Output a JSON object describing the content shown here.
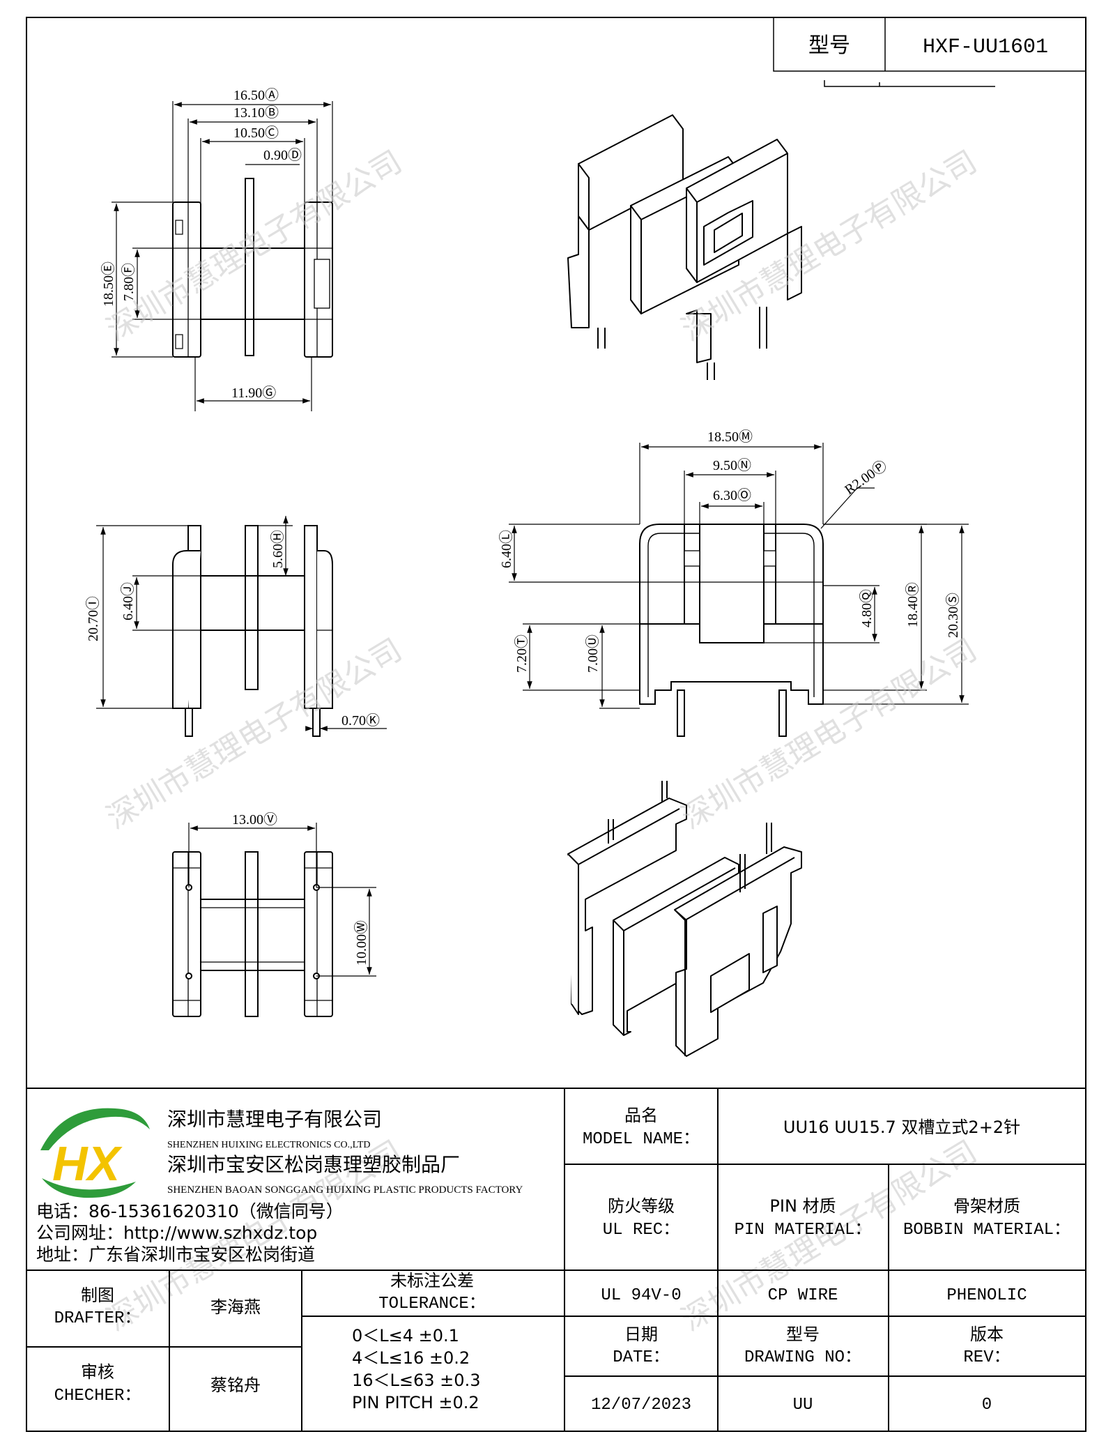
{
  "title_block": {
    "model_label": "型号",
    "model_value": "HXF-UU1601"
  },
  "dimensions": {
    "A": "16.50",
    "B": "13.10",
    "C": "10.50",
    "D": "0.90",
    "E": "18.50",
    "F": "7.80",
    "G": "11.90",
    "H": "5.60",
    "I": "20.70",
    "J": "6.40",
    "K": "0.70",
    "M": "18.50",
    "N": "9.50",
    "O": "6.30",
    "P": "R2.00",
    "L": "6.40",
    "Q": "4.80",
    "R": "18.40",
    "S": "20.30",
    "T": "7.20",
    "U": "7.00",
    "V": "13.00",
    "W": "10.00"
  },
  "watermark": "深圳市慧理电子有限公司",
  "company": {
    "logo_text": "HX",
    "name_cn": "深圳市慧理电子有限公司",
    "name_en": "SHENZHEN HUIXING ELECTRONICS CO.,LTD",
    "factory_cn": "深圳市宝安区松岗惠理塑胶制品厂",
    "factory_en": "SHENZHEN BAOAN SONGGANG HUIXING PLASTIC PRODUCTS FACTORY",
    "phone": "电话：86-15361620310（微信同号）",
    "website": "公司网址：http://www.szhxdz.top",
    "address": "地址：广东省深圳市宝安区松岗街道"
  },
  "table": {
    "model_name_cn": "品名",
    "model_name_en": "MODEL NAME：",
    "model_name_value": "UU16 UU15.7 双槽立式2+2针",
    "fire_cn": "防火等级",
    "fire_en": "UL REC：",
    "pin_cn": "PIN 材质",
    "pin_en": "PIN MATERIAL：",
    "bobbin_cn": "骨架材质",
    "bobbin_en": "BOBBIN MATERIAL：",
    "fire_value": "UL 94V-0",
    "pin_value": "CP WIRE",
    "bobbin_value": "PHENOLIC",
    "drafter_cn": "制图",
    "drafter_en": "DRAFTER：",
    "drafter_value": "李海燕",
    "checker_cn": "审核",
    "checker_en": "CHECHER：",
    "checker_value": "蔡铭舟",
    "tolerance_cn": "未标注公差",
    "tolerance_en": "TOLERANCE：",
    "tolerance_lines": [
      "0＜L≤4   ±0.1",
      "4＜L≤16  ±0.2",
      "16＜L≤63 ±0.3",
      "PIN PITCH ±0.2"
    ],
    "date_cn": "日期",
    "date_en": "DATE：",
    "date_value": "12/07/2023",
    "drawing_cn": "型号",
    "drawing_en": "DRAWING NO：",
    "drawing_value": "UU",
    "rev_cn": "版本",
    "rev_en": "REV：",
    "rev_value": "0"
  }
}
